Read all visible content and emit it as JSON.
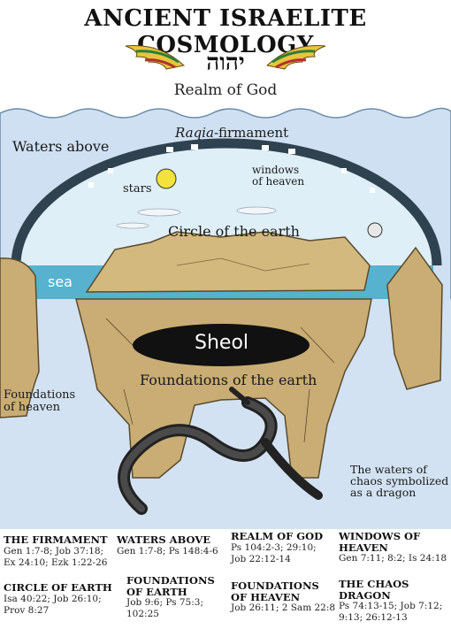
{
  "title": "ANCIENT ISRAELITE COSMOLOGY",
  "divine_name": "יהוה",
  "labels": {
    "realm_of_god": "Realm of God",
    "waters_above": "Waters above",
    "raqia": "Raqia",
    "firmament": "-firmament",
    "windows_of_heaven": "windows\nof heaven",
    "stars": "stars",
    "circle_of_earth": "Circle of the earth",
    "sea": "sea",
    "sheol": "Sheol",
    "foundations_of_earth": "Foundations of the earth",
    "foundations_of_heaven": "Foundations\nof heaven",
    "chaos_dragon": "The waters of\nchaos symbolized\nas a dragon"
  },
  "references": [
    {
      "heading": "THE FIRMAMENT",
      "text": "Gen 1:7-8; Job 37:18;\nEx 24:10; Ezk 1:22-26"
    },
    {
      "heading": "WATERS ABOVE",
      "text": "Gen 1:7-8; Ps 148:4-6"
    },
    {
      "heading": "REALM OF GOD",
      "text": "Ps 104:2-3; 29:10;\nJob 22:12-14"
    },
    {
      "heading": "WINDOWS OF\nHEAVEN",
      "text": "Gen 7:11; 8:2; Is 24:18"
    },
    {
      "heading": "CIRCLE OF EARTH",
      "text": "Isa 40:22; Job 26:10;\nProv 8:27"
    },
    {
      "heading": "FOUNDATIONS\nOF EARTH",
      "text": "Job 9:6; Ps 75:3;\n102:25"
    },
    {
      "heading": "FOUNDATIONS\nOF HEAVEN",
      "text": "Job 26:11; 2 Sam 22:8"
    },
    {
      "heading": "THE CHAOS\nDRAGON",
      "text": "Ps 74:13-15; Job 7:12;\n9:13; 26:12-13"
    }
  ],
  "colors": {
    "waters_above": "#cfe0f2",
    "dome": "#2f4250",
    "sea": "#56b2cf",
    "land": "#c9ad74",
    "sheol": "#111111",
    "sun": "#f3e23a"
  }
}
